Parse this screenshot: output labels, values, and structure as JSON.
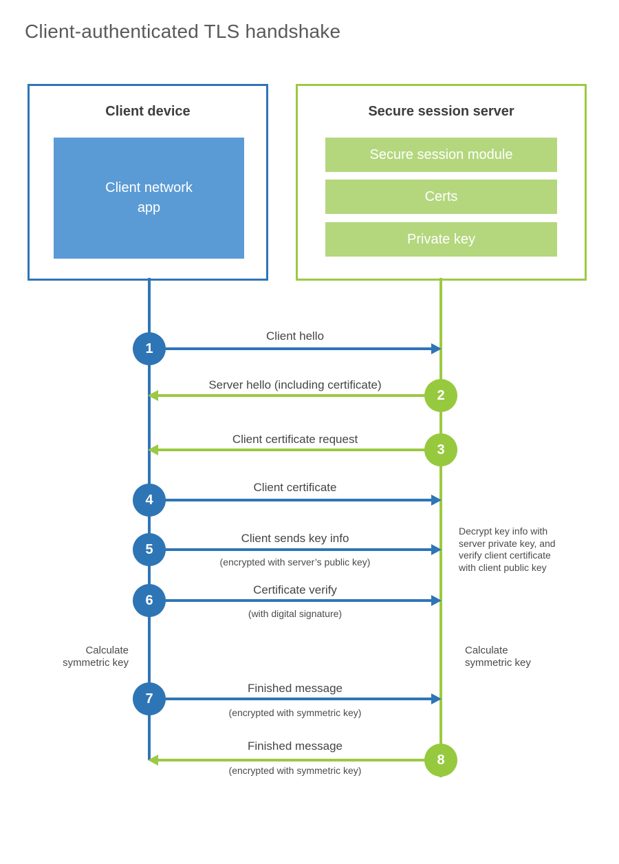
{
  "title": "Client-authenticated TLS handshake",
  "colors": {
    "blue_accent": "#2e75b6",
    "blue_fill": "#5b9bd5",
    "green_accent": "#9cc944",
    "green_fill": "#b4d77e",
    "title_text": "#595959",
    "label_text": "#454545"
  },
  "client": {
    "title": "Client device",
    "app_label": "Client network\napp"
  },
  "server": {
    "title": "Secure session server",
    "modules": [
      "Secure session module",
      "Certs",
      "Private key"
    ]
  },
  "steps": [
    {
      "num": "1",
      "direction": "client-to-server",
      "label": "Client hello",
      "sublabel": ""
    },
    {
      "num": "2",
      "direction": "server-to-client",
      "label": "Server hello (including certificate)",
      "sublabel": ""
    },
    {
      "num": "3",
      "direction": "server-to-client",
      "label": "Client certificate request",
      "sublabel": ""
    },
    {
      "num": "4",
      "direction": "client-to-server",
      "label": "Client certificate",
      "sublabel": ""
    },
    {
      "num": "5",
      "direction": "client-to-server",
      "label": "Client sends key info",
      "sublabel": "(encrypted with server’s public key)"
    },
    {
      "num": "6",
      "direction": "client-to-server",
      "label": "Certificate verify",
      "sublabel": "(with digital signature)"
    },
    {
      "num": "7",
      "direction": "client-to-server",
      "label": "Finished message",
      "sublabel": "(encrypted with symmetric key)"
    },
    {
      "num": "8",
      "direction": "server-to-client",
      "label": "Finished message",
      "sublabel": "(encrypted with symmetric key)"
    }
  ],
  "annotations": {
    "decrypt_note": "Decrypt key info with\nserver private key, and\nverify client certificate\nwith client public key",
    "calc_left": "Calculate\nsymmetric key",
    "calc_right": "Calculate\nsymmetric key"
  }
}
